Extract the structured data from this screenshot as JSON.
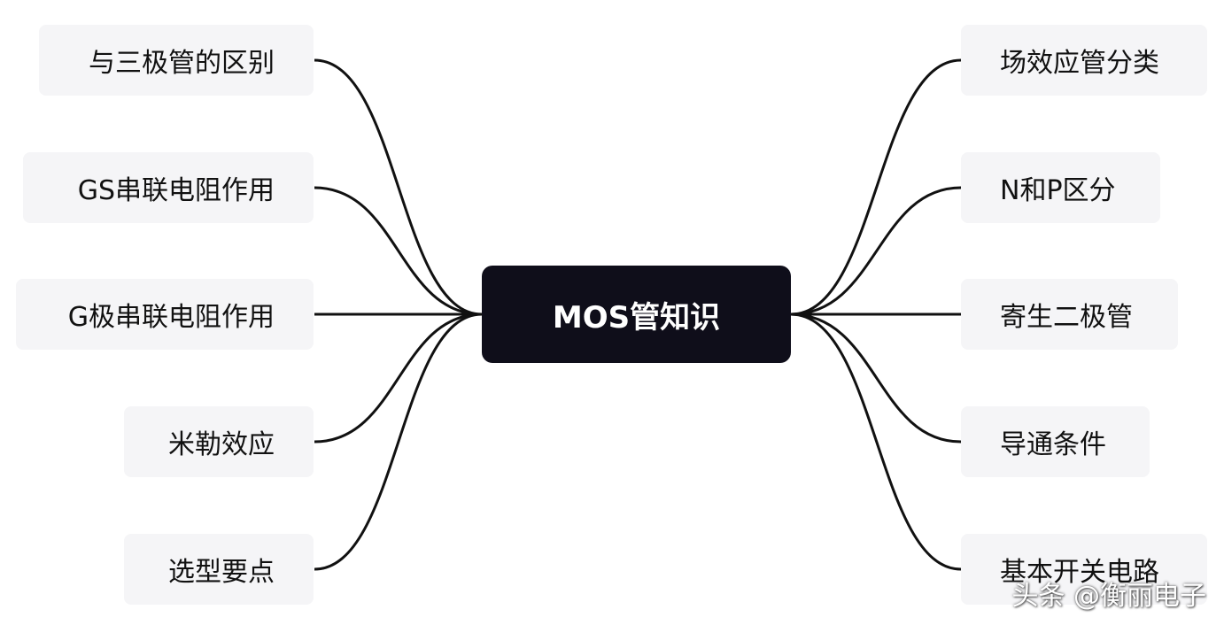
{
  "center": {
    "label": "MOS管知识",
    "color": "#0f0e1a"
  },
  "left_nodes": [
    {
      "label": "与三极管的区别"
    },
    {
      "label": "GS串联电阻作用"
    },
    {
      "label": "G极串联电阻作用"
    },
    {
      "label": "米勒效应"
    },
    {
      "label": "选型要点"
    }
  ],
  "right_nodes": [
    {
      "label": "场效应管分类"
    },
    {
      "label": "N和P区分"
    },
    {
      "label": "寄生二极管"
    },
    {
      "label": "导通条件"
    },
    {
      "label": "基本开关电路"
    }
  ],
  "watermark": "头条 @衡丽电子",
  "colors": {
    "node_bg": "#f5f5f7",
    "line": "#111111",
    "text": "#111111"
  }
}
